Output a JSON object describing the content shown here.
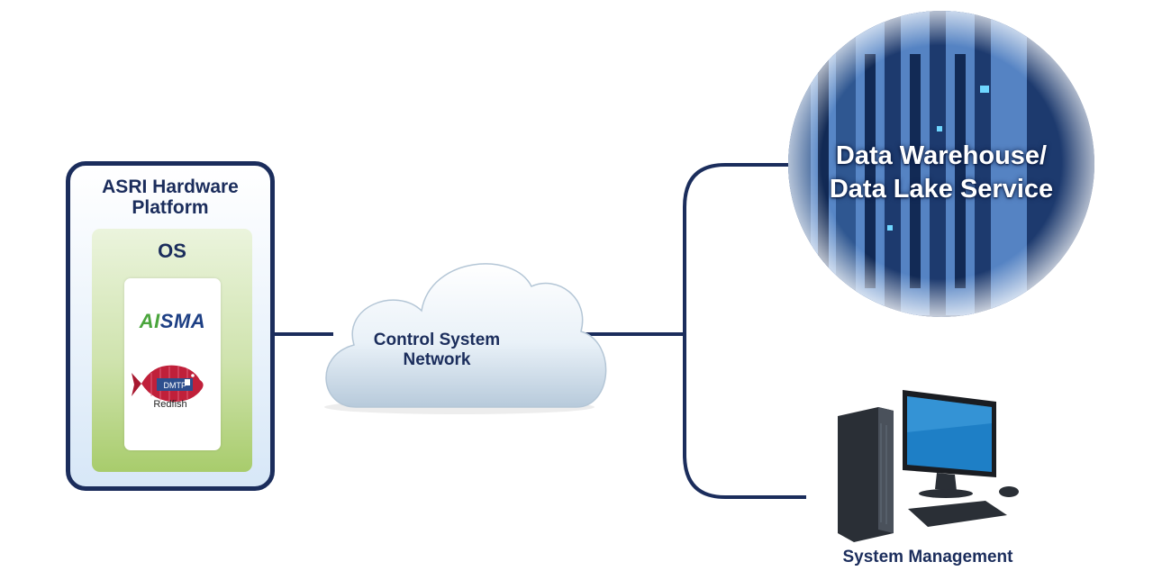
{
  "platform": {
    "title": "ASRI Hardware\nPlatform",
    "os_label": "OS",
    "logos": {
      "aisma_ai": "AI",
      "aisma_rest": "SMA",
      "dmtf": "DMTF",
      "redfish": "Redfish"
    }
  },
  "network": {
    "label": "Control System\nNetwork"
  },
  "data_warehouse": {
    "label": "Data Warehouse/\nData Lake Service"
  },
  "system_management": {
    "label": "System Management"
  },
  "colors": {
    "navy": "#1b2d5c",
    "os_green": "#a8cc6c",
    "aisma_blue": "#1d3f84",
    "aisma_green": "#4aa53c",
    "redfish_red": "#c0203a"
  }
}
